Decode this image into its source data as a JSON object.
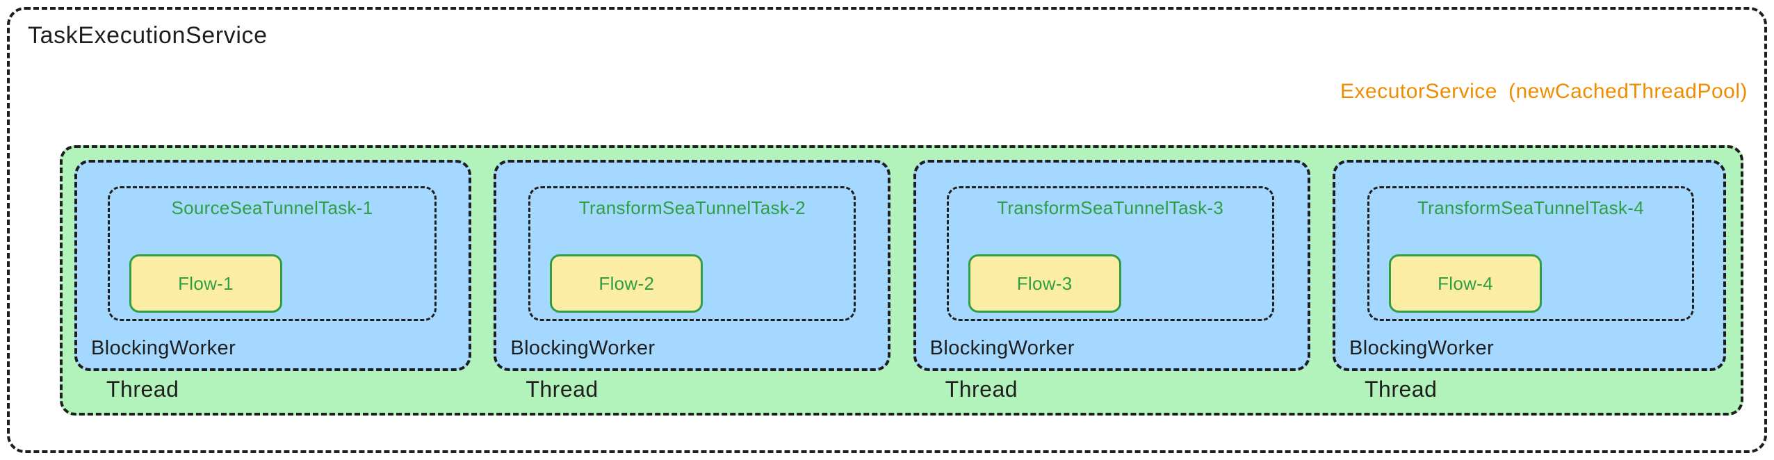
{
  "diagram": {
    "title": "TaskExecutionService",
    "executor": {
      "name": "ExecutorService",
      "detail": "(newCachedThreadPool)"
    },
    "colors": {
      "pool_fill": "#b2f2bb",
      "worker_fill": "#a5d8ff",
      "flow_fill": "#fceda4",
      "flow_stroke": "#2f9e44",
      "task_text": "#2f9e44",
      "executor_text": "#f08c00",
      "stroke": "#1e1e1e"
    },
    "thread_label": "Thread",
    "worker_label": "BlockingWorker",
    "threads": [
      {
        "thread_label": "Thread",
        "worker_label": "BlockingWorker",
        "task_name": "SourceSeaTunnelTask-1",
        "flow_label": "Flow-1"
      },
      {
        "thread_label": "Thread",
        "worker_label": "BlockingWorker",
        "task_name": "TransformSeaTunnelTask-2",
        "flow_label": "Flow-2"
      },
      {
        "thread_label": "Thread",
        "worker_label": "BlockingWorker",
        "task_name": "TransformSeaTunnelTask-3",
        "flow_label": "Flow-3"
      },
      {
        "thread_label": "Thread",
        "worker_label": "BlockingWorker",
        "task_name": "TransformSeaTunnelTask-4",
        "flow_label": "Flow-4"
      }
    ]
  }
}
